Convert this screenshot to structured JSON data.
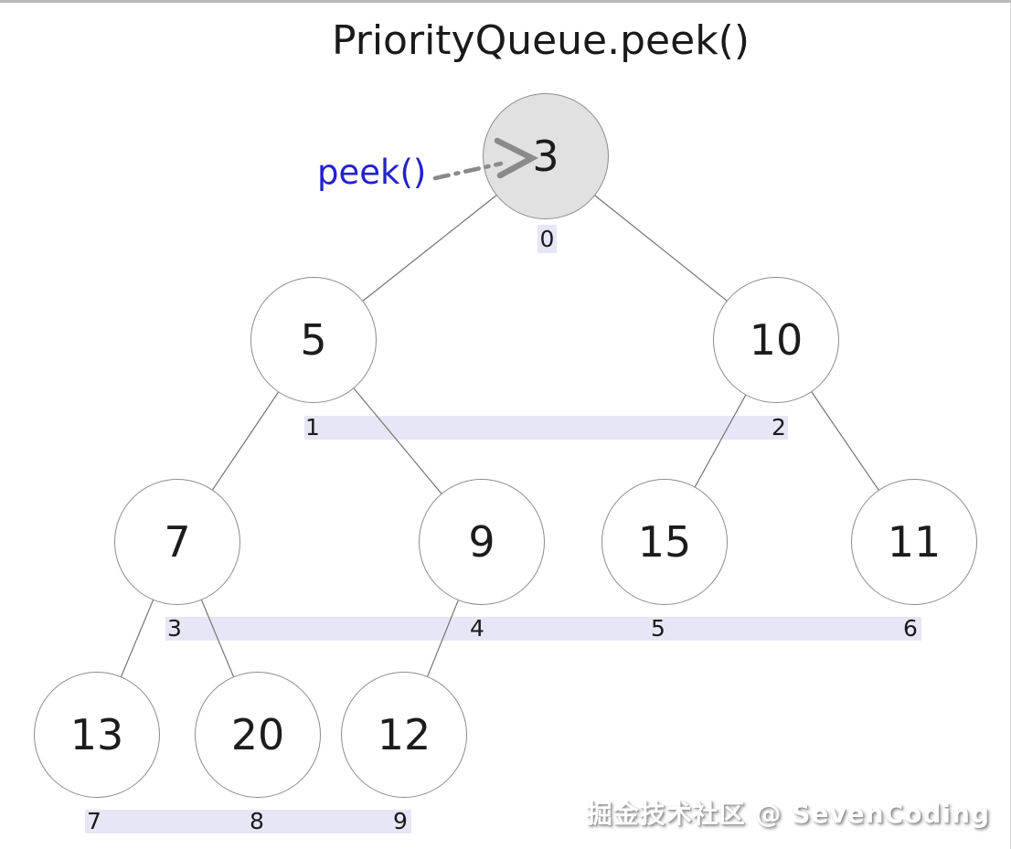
{
  "title": "PriorityQueue.peek()",
  "annotation": {
    "label": "peek()",
    "color": "#2222cd"
  },
  "heap": {
    "values": [
      "3",
      "5",
      "10",
      "7",
      "9",
      "15",
      "11",
      "13",
      "20",
      "12"
    ],
    "indices": [
      "0",
      "1",
      "2",
      "3",
      "4",
      "5",
      "6",
      "7",
      "8",
      "9"
    ],
    "edges": [
      [
        0,
        1
      ],
      [
        0,
        2
      ],
      [
        1,
        3
      ],
      [
        1,
        4
      ],
      [
        2,
        5
      ],
      [
        2,
        6
      ],
      [
        3,
        7
      ],
      [
        3,
        8
      ],
      [
        4,
        9
      ]
    ]
  },
  "watermark": "掘金技术社区 @ SevenCoding",
  "colors": {
    "root_fill": "#e1e1e1",
    "node_fill": "#ffffff",
    "node_border": "#8c8c8c",
    "index_band": "#e6e6f6",
    "edge_line": "#757575",
    "arrow": "#8a8a8a",
    "annotation_blue": "#2222cd",
    "text": "#1a1a1a"
  }
}
